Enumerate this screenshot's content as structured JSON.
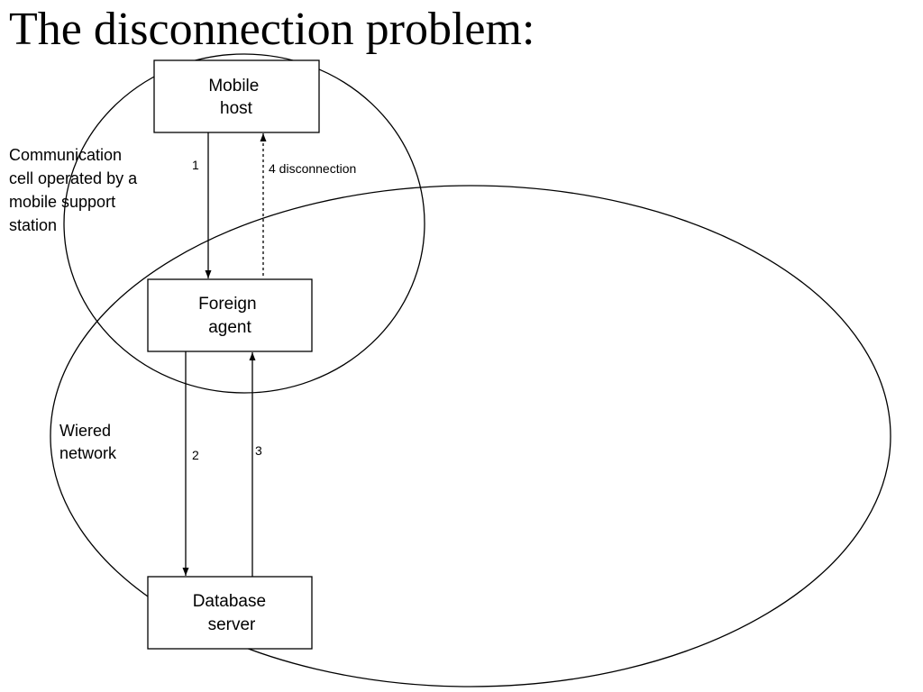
{
  "title": "The disconnection problem:",
  "colors": {
    "stroke": "#000000",
    "background": "#ffffff"
  },
  "regions": {
    "cell": {
      "label_lines": [
        "Communication",
        "cell operated by a",
        "mobile support",
        "station"
      ]
    },
    "wired": {
      "label_lines": [
        "Wiered",
        "network"
      ]
    }
  },
  "nodes": {
    "mobile_host": {
      "lines": [
        "Mobile",
        "host"
      ]
    },
    "foreign_agent": {
      "lines": [
        "Foreign",
        "agent"
      ]
    },
    "database_server": {
      "lines": [
        "Database",
        "server"
      ]
    }
  },
  "edges": {
    "e1": {
      "label": "1",
      "from": "mobile_host",
      "to": "foreign_agent",
      "style": "solid"
    },
    "e2": {
      "label": "2",
      "from": "foreign_agent",
      "to": "database_server",
      "style": "solid"
    },
    "e3": {
      "label": "3",
      "from": "database_server",
      "to": "foreign_agent",
      "style": "solid"
    },
    "e4": {
      "label": "4 disconnection",
      "from": "foreign_agent",
      "to": "mobile_host",
      "style": "dashed"
    }
  }
}
